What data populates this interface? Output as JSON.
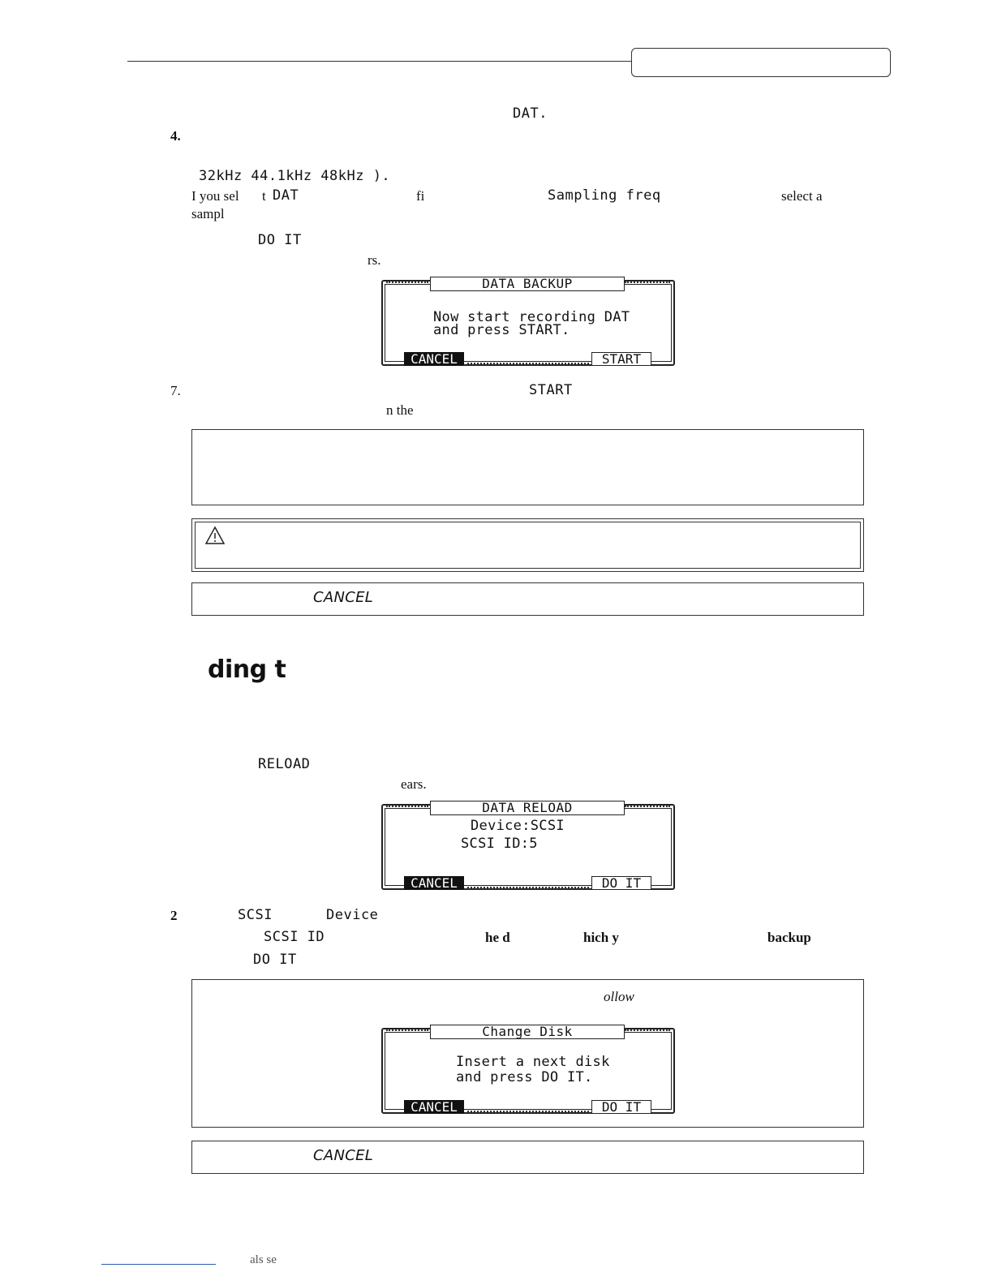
{
  "backup_section": {
    "step3_value": "DAT.",
    "step4_number": "4.",
    "freq_options": "32kHz 44.1kHz 48kHz ).",
    "note_line1_a": "I  you sel",
    "note_line1_b": "t",
    "note_line1_dat": "DAT",
    "note_line1_c": "fi",
    "note_line1_param": "Sampling freq",
    "note_line1_d": "select a",
    "note_line2": "sampl",
    "step5_button": "DO IT",
    "step6_tail": "rs.",
    "screen": {
      "title": "DATA BACKUP",
      "line1": "Now start recording DAT",
      "line2": "and press START.",
      "left_button": "CANCEL",
      "right_button": "START"
    },
    "step7_number": "7.",
    "step7_button": "START",
    "step7_tail": "n the",
    "cancel_note": "CANCEL"
  },
  "reload_section": {
    "heading": "ding t",
    "step1_button": "RELOAD",
    "step1_tail": "ears.",
    "screen": {
      "title": "DATA RELOAD",
      "line1": "Device:SCSI",
      "line2": "SCSI ID:5",
      "left_button": "CANCEL",
      "right_button": "DO IT"
    },
    "step2_number": "2",
    "step2_value": "SCSI",
    "step2_param": "Device",
    "step3_param": "SCSI ID",
    "step3_b1": "he d",
    "step3_b2": "hich y",
    "step3_b3": "backup",
    "step4_button": "DO IT",
    "box_italic": "ollow",
    "change_screen": {
      "title": "Change Disk",
      "line1": "Insert a next disk",
      "line2": "and press DO IT.",
      "left_button": "CANCEL",
      "right_button": "DO IT"
    },
    "cancel_note": "CANCEL"
  },
  "footer": {
    "text": "als se"
  }
}
